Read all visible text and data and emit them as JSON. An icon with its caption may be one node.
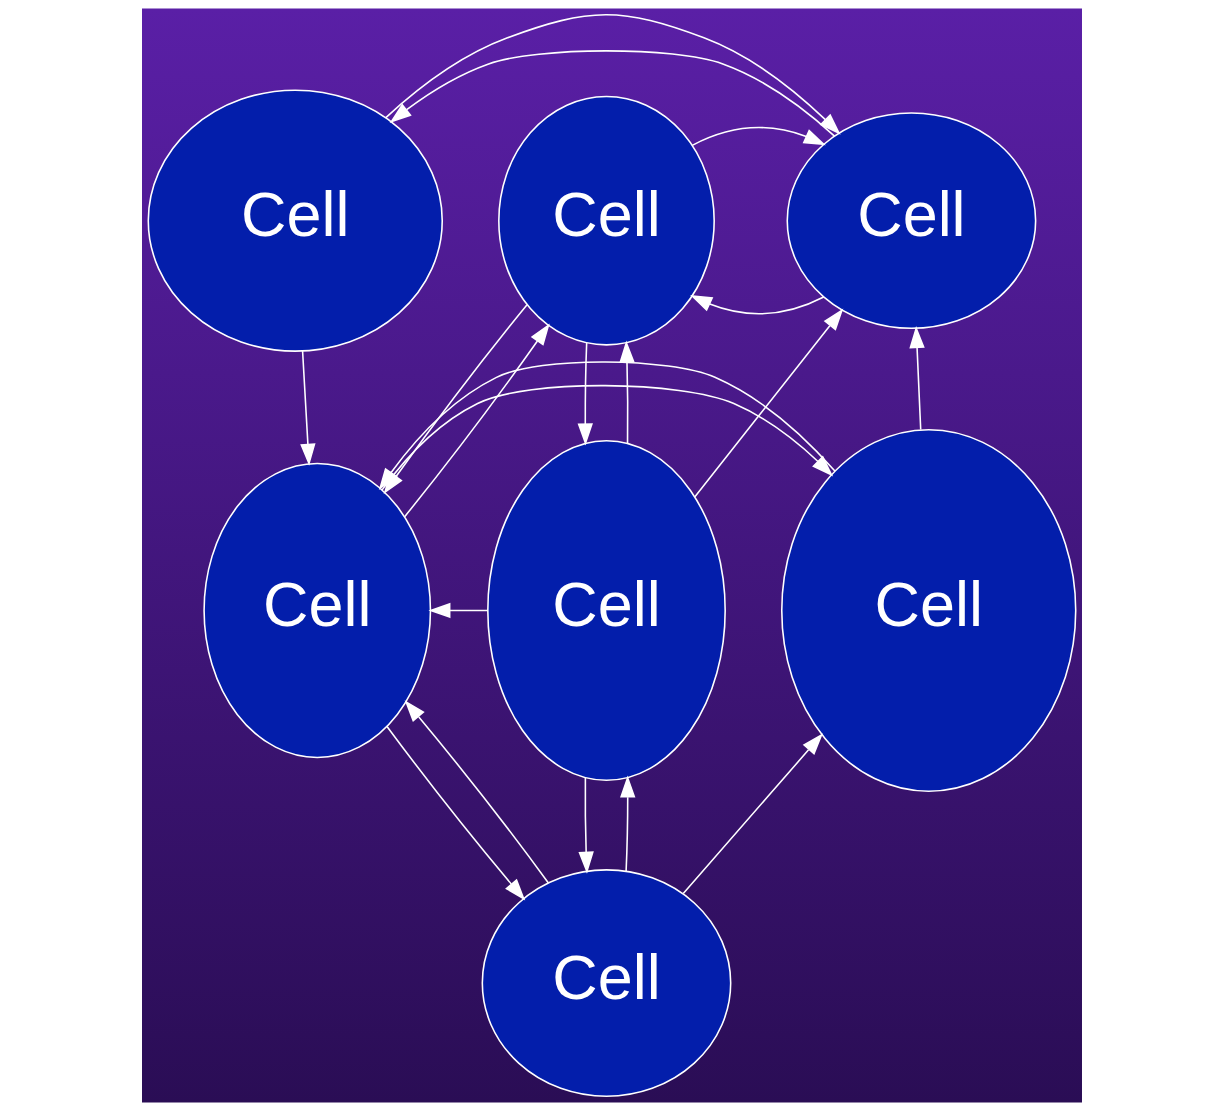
{
  "diagram": {
    "nodes": [
      {
        "text": [
          "Cell"
        ]
      },
      {
        "text": [
          "Cell"
        ]
      },
      {
        "text": [
          "Cell"
        ]
      },
      {
        "text": [
          "Cell"
        ]
      },
      {
        "text": [
          "Cell"
        ]
      },
      {
        "text": [
          "Cell"
        ]
      },
      {
        "text": [
          "Cell"
        ]
      }
    ],
    "edges": [
      {
        "from": 1,
        "to": 0,
        "arrow": "to"
      },
      {
        "from": 0,
        "to": 1,
        "arrow": "to"
      },
      {
        "from": 1,
        "to": 2,
        "arrow": "to"
      },
      {
        "from": 2,
        "to": 1,
        "arrow": "to"
      },
      {
        "from": 0,
        "to": 4,
        "arrow": "to"
      },
      {
        "from": 3,
        "to": 1,
        "arrow": "to"
      },
      {
        "from": 2,
        "to": 4,
        "arrow": "to"
      },
      {
        "from": 5,
        "to": 1,
        "arrow": "to"
      },
      {
        "from": 4,
        "to": 2,
        "arrow": "to"
      },
      {
        "from": 5,
        "to": 2,
        "arrow": "to"
      },
      {
        "from": 2,
        "to": 5,
        "arrow": "to"
      },
      {
        "from": 4,
        "to": 3,
        "arrow": "to"
      },
      {
        "from": 3,
        "to": 4,
        "arrow": "to"
      },
      {
        "from": 6,
        "to": 3,
        "arrow": "to"
      },
      {
        "from": 6,
        "to": 4,
        "arrow": "to"
      },
      {
        "from": 4,
        "to": 6,
        "arrow": "to"
      },
      {
        "from": 6,
        "to": 5,
        "arrow": "to"
      },
      {
        "from": 5,
        "to": 4,
        "arrow": "to"
      },
      {
        "from": 5,
        "to": 6,
        "arrow": "to"
      }
    ]
  }
}
